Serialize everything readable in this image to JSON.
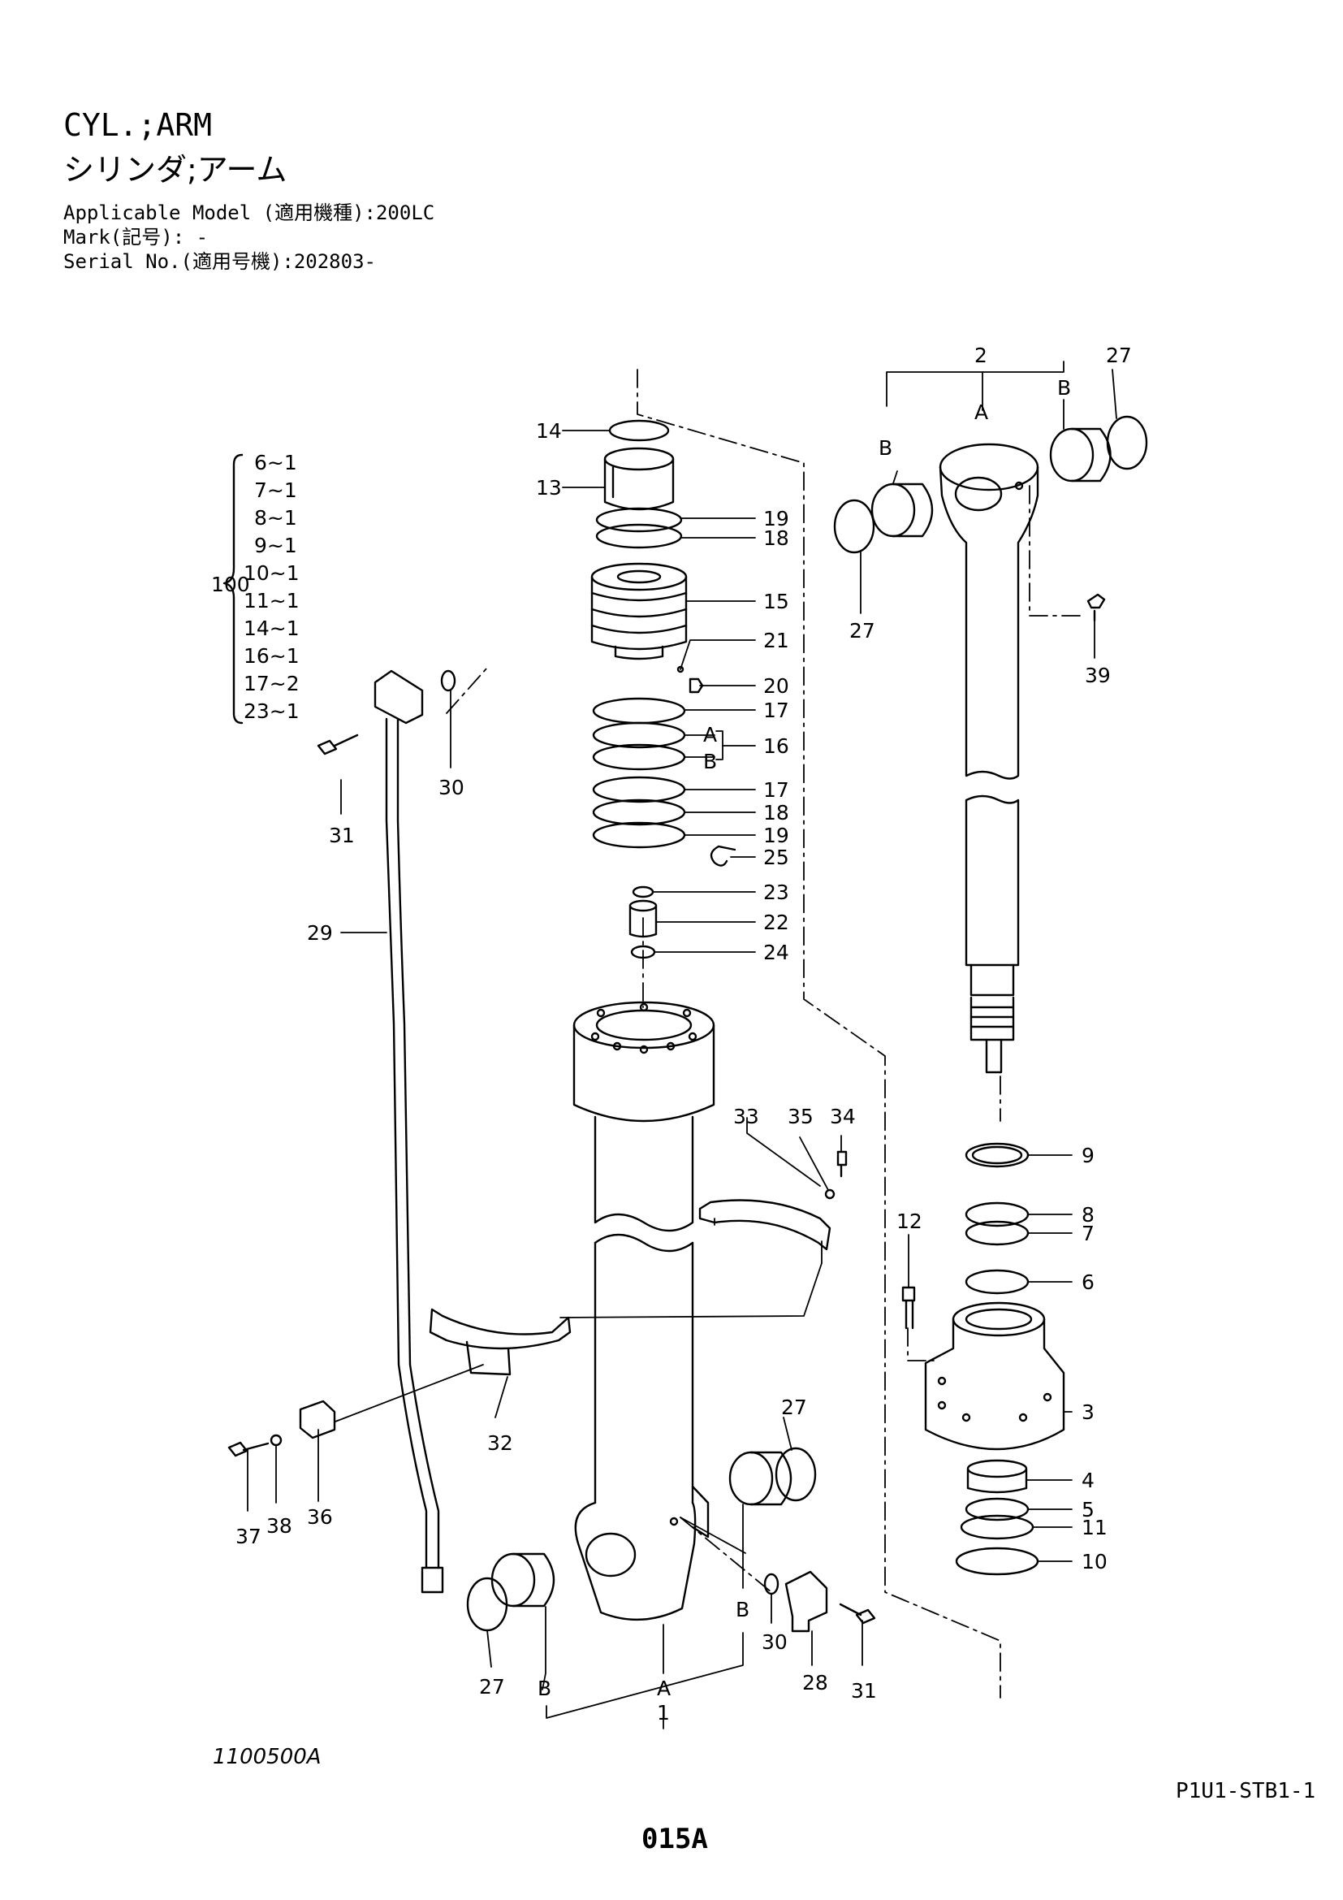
{
  "header": {
    "title_en": "CYL.;ARM",
    "title_jp": "シリンダ;アーム",
    "model_line": "Applicable Model (適用機種):200LC",
    "mark_line": "Mark(記号): -",
    "serial_line": "Serial No.(適用号機):202803-"
  },
  "kit": {
    "label": "100",
    "items": [
      "6~1",
      "7~1",
      "8~1",
      "9~1",
      "10~1",
      "11~1",
      "14~1",
      "16~1",
      "17~2",
      "23~1"
    ]
  },
  "callouts": {
    "c1": "1",
    "c2": "2",
    "c3": "3",
    "c4": "4",
    "c5": "5",
    "c6": "6",
    "c7": "7",
    "c8": "8",
    "c9": "9",
    "c10": "10",
    "c11": "11",
    "c12": "12",
    "c13": "13",
    "c14": "14",
    "c15": "15",
    "c16": "16",
    "c17a": "17",
    "c17b": "17",
    "c18a": "18",
    "c18b": "18",
    "c19a": "19",
    "c19b": "19",
    "c20": "20",
    "c21": "21",
    "c22": "22",
    "c23": "23",
    "c24": "24",
    "c25": "25",
    "c27a": "27",
    "c27b": "27",
    "c27c": "27",
    "c27d": "27",
    "c28": "28",
    "c29": "29",
    "c30a": "30",
    "c30b": "30",
    "c31a": "31",
    "c31b": "31",
    "c32": "32",
    "c33": "33",
    "c34": "34",
    "c35": "35",
    "c36": "36",
    "c37": "37",
    "c38": "38",
    "c39": "39",
    "A1": "A",
    "A2": "A",
    "A3": "A",
    "B1": "B",
    "B2": "B",
    "B3": "B",
    "B4": "B",
    "B5": "B"
  },
  "footer": {
    "drawing_ref": "1100500A",
    "sheet_code": "P1U1-STB1-1",
    "page_number": "015A"
  }
}
